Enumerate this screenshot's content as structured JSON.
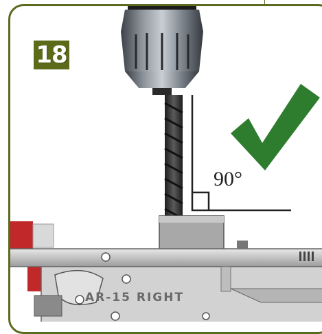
{
  "step": {
    "number": "18"
  },
  "angle": {
    "label": "90°"
  },
  "part": {
    "label": "AR-15 RIGHT"
  },
  "icons": [
    "drill-chuck-icon",
    "drill-bit-icon",
    "checkmark-icon",
    "right-angle-icon",
    "receiver-icon",
    "jig-block-icon"
  ],
  "colors": {
    "frame": "#5a6b1f",
    "badge": "#5c6b1a",
    "check": "#2e7d2e",
    "jig_red": "#c0282a"
  }
}
